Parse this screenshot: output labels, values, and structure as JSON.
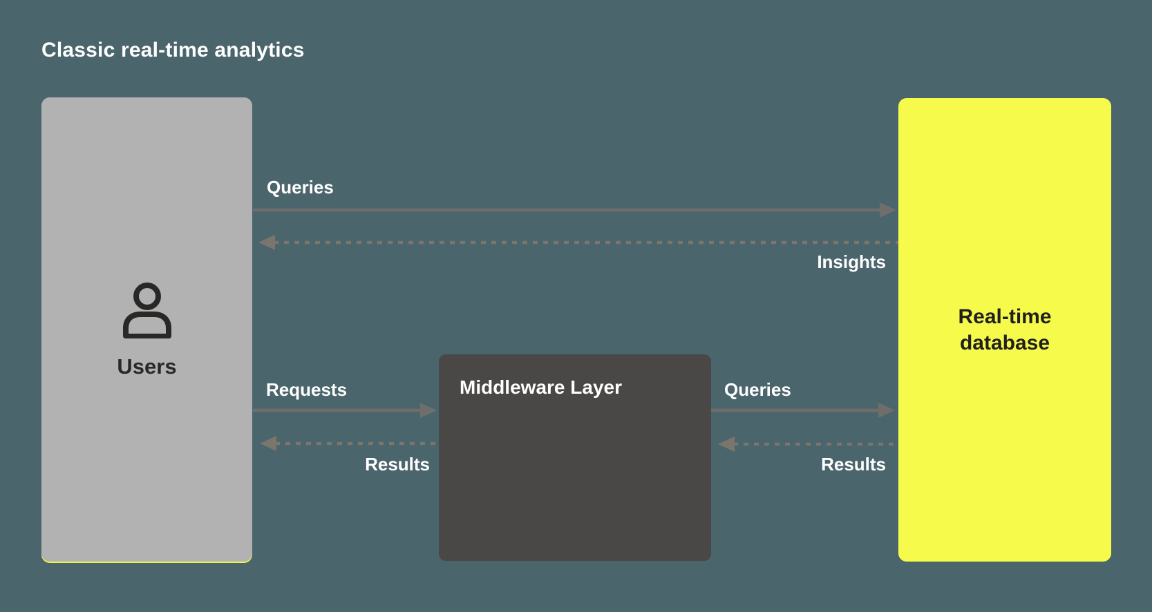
{
  "title": "Classic real-time analytics",
  "nodes": {
    "users": {
      "label": "Users",
      "icon": "person-icon"
    },
    "middleware": {
      "label": "Middleware Layer"
    },
    "database": {
      "label": "Real-time database"
    }
  },
  "edges": {
    "users_to_database": {
      "label": "Queries",
      "style": "solid",
      "direction": "right",
      "from": "users",
      "to": "database"
    },
    "database_to_users": {
      "label": "Insights",
      "style": "dashed",
      "direction": "left",
      "from": "database",
      "to": "users"
    },
    "users_to_middleware": {
      "label": "Requests",
      "style": "solid",
      "direction": "right",
      "from": "users",
      "to": "middleware"
    },
    "middleware_to_users": {
      "label": "Results",
      "style": "dashed",
      "direction": "left",
      "from": "middleware",
      "to": "users"
    },
    "middleware_to_database": {
      "label": "Queries",
      "style": "solid",
      "direction": "right",
      "from": "middleware",
      "to": "database"
    },
    "database_to_middleware": {
      "label": "Results",
      "style": "dashed",
      "direction": "left",
      "from": "database",
      "to": "middleware"
    }
  },
  "colors": {
    "background": "#4B656C",
    "users_box": "#B3B2B2",
    "users_accent_underline": "#EEF348",
    "middleware_box": "#4A4847",
    "database_box": "#F6FB4B",
    "solid_arrow": "#6F6E6B",
    "dashed_arrow": "#7A756D",
    "label_text": "#FFFFFF",
    "dark_text": "#2A2826"
  }
}
